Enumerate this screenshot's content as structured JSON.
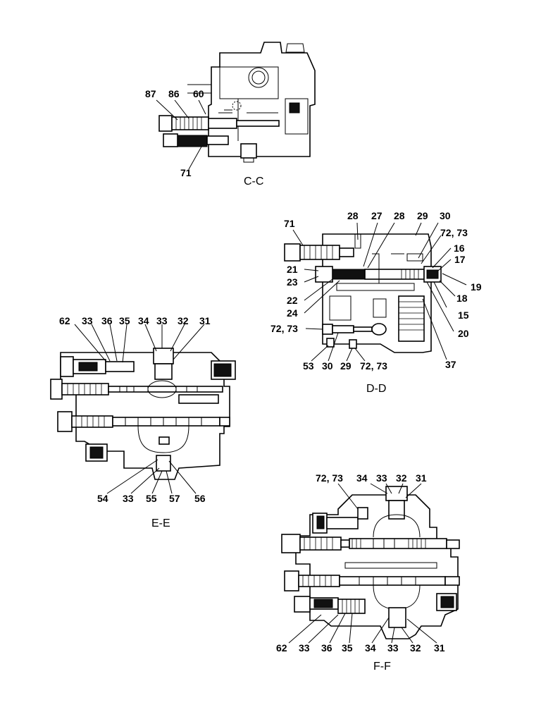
{
  "colors": {
    "ink": "#000000",
    "paper": "#ffffff"
  },
  "sections": {
    "cc": {
      "title": "C-C",
      "callouts": [
        "87",
        "86",
        "60",
        "71"
      ]
    },
    "dd": {
      "title": "D-D",
      "callouts": [
        "71",
        "28",
        "27",
        "28",
        "29",
        "30",
        "72, 73",
        "16",
        "17",
        "21",
        "23",
        "19",
        "18",
        "22",
        "24",
        "15",
        "72, 73",
        "20",
        "53",
        "30",
        "29",
        "72, 73",
        "37"
      ]
    },
    "ee": {
      "title": "E-E",
      "callouts": [
        "62",
        "33",
        "36",
        "35",
        "34",
        "33",
        "32",
        "31",
        "54",
        "33",
        "55",
        "57",
        "56"
      ]
    },
    "ff": {
      "title": "F-F",
      "callouts": [
        "72, 73",
        "34",
        "33",
        "32",
        "31",
        "62",
        "33",
        "36",
        "35",
        "34",
        "33",
        "32",
        "31"
      ]
    }
  }
}
